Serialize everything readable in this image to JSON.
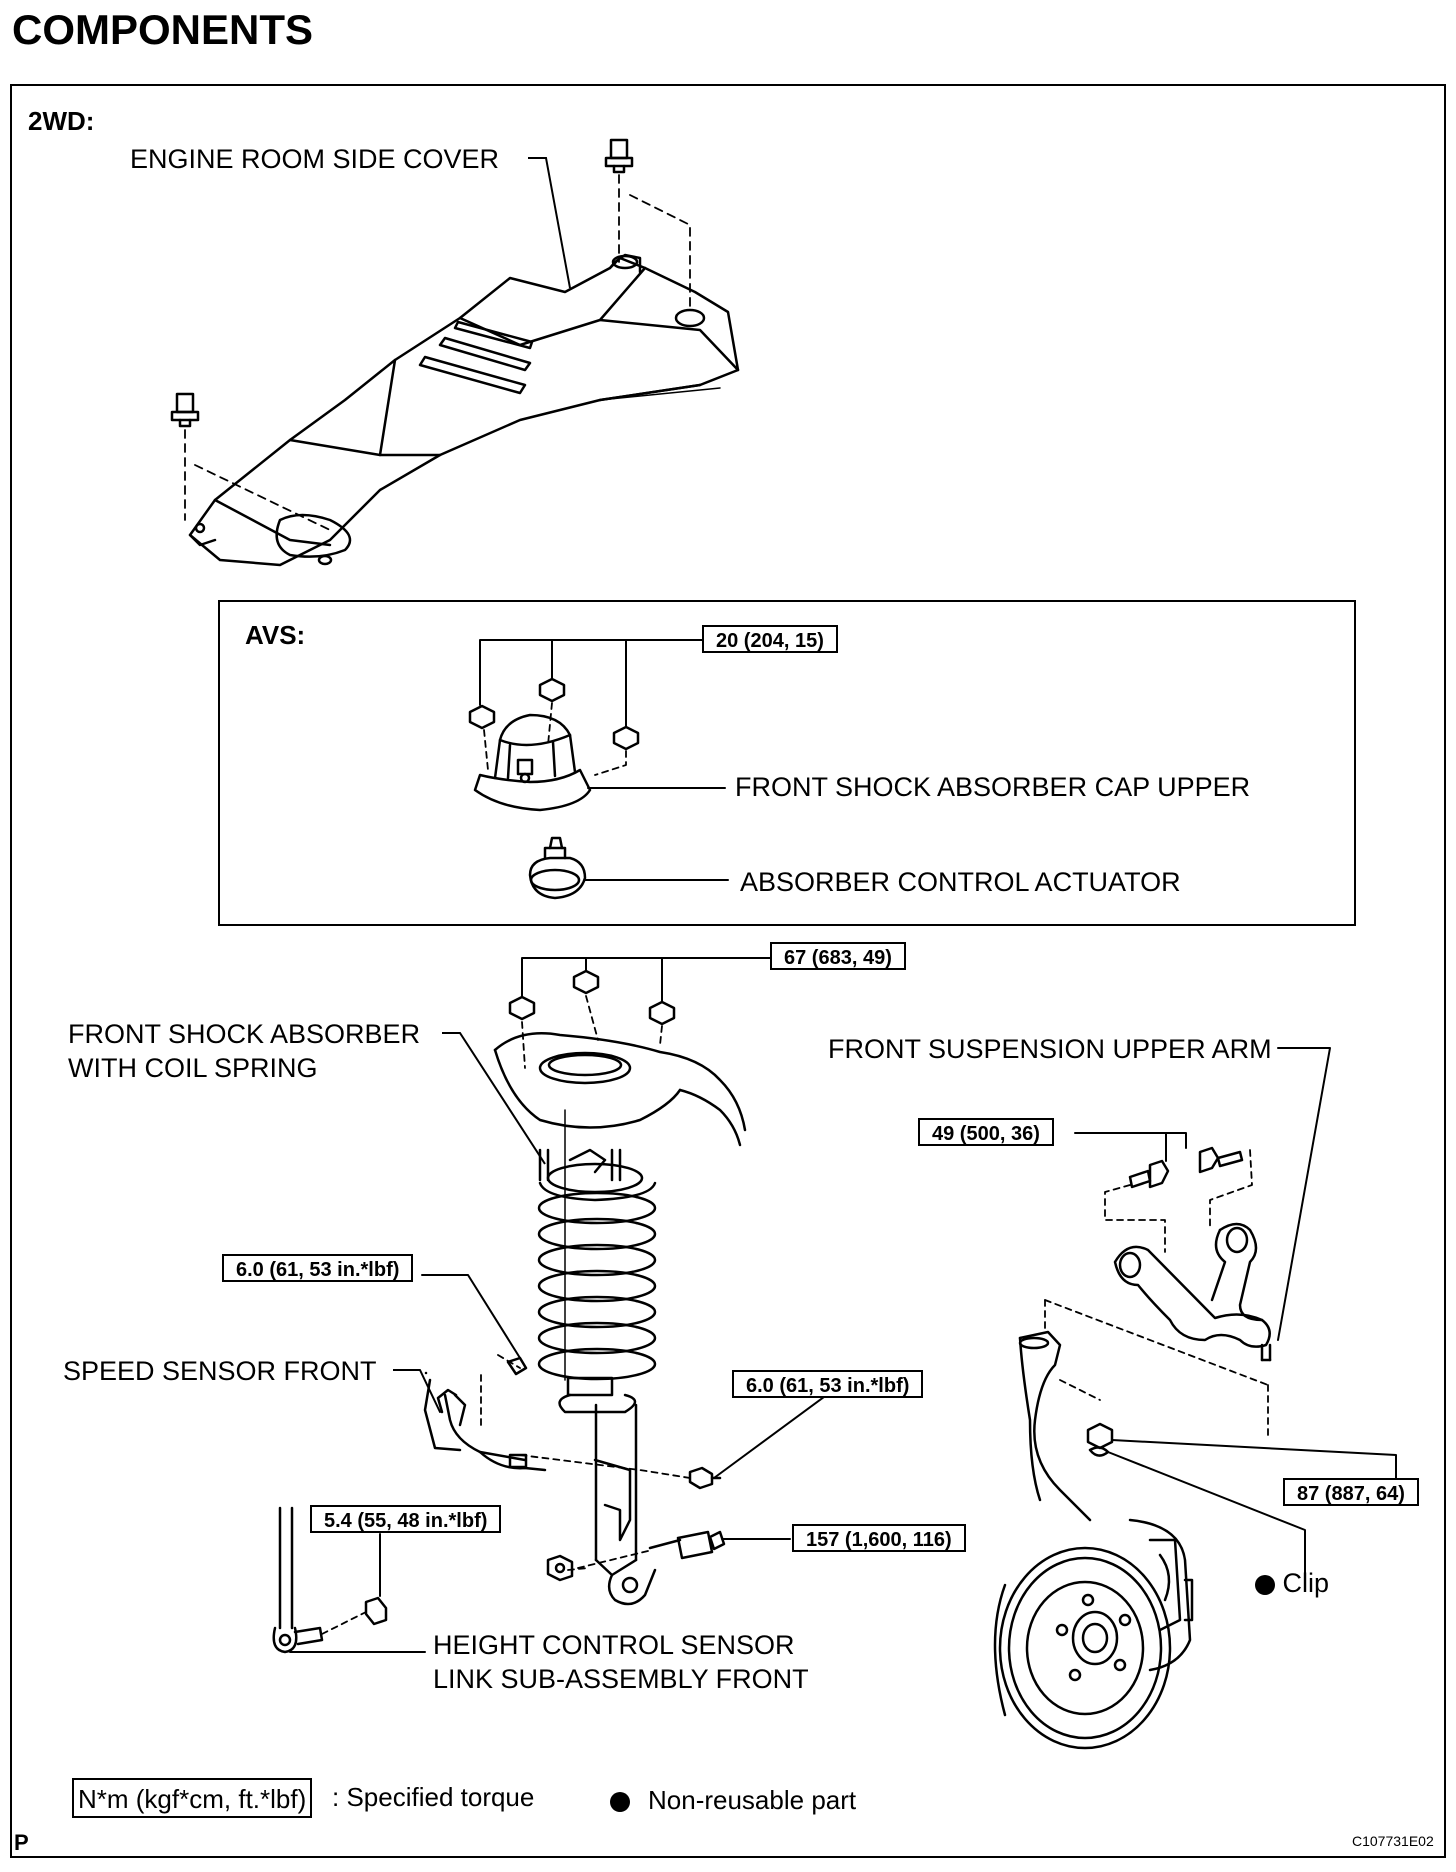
{
  "title": "COMPONENTS",
  "variant_label": "2WD:",
  "avs_label": "AVS:",
  "labels": {
    "engine_room_side_cover": "ENGINE ROOM SIDE COVER",
    "front_shock_absorber_cap_upper": "FRONT SHOCK ABSORBER CAP UPPER",
    "absorber_control_actuator": "ABSORBER CONTROL ACTUATOR",
    "front_shock_absorber_line1": "FRONT SHOCK ABSORBER",
    "front_shock_absorber_line2": "WITH COIL SPRING",
    "front_suspension_upper_arm": "FRONT SUSPENSION UPPER ARM",
    "speed_sensor_front": "SPEED SENSOR FRONT",
    "height_control_line1": "HEIGHT CONTROL SENSOR",
    "height_control_line2": "LINK SUB-ASSEMBLY FRONT",
    "clip": "Clip"
  },
  "torques": {
    "avs_cap": "20 (204, 15)",
    "upper_mount": "67 (683, 49)",
    "upper_arm": "49 (500, 36)",
    "speed_sensor_bolt": "6.0 (61, 53 in.*lbf)",
    "bracket_bolt": "6.0 (61, 53 in.*lbf)",
    "height_sensor_nut": "5.4 (55, 48 in.*lbf)",
    "lower_bolt": "157 (1,600, 116)",
    "ball_joint_nut": "87 (887, 64)"
  },
  "legend": {
    "unit": "N*m (kgf*cm, ft.*lbf)",
    "unit_desc": ": Specified torque",
    "nonreusable": "Non-reusable part"
  },
  "footer": {
    "corner_letter": "P",
    "figure_id": "C107731E02"
  }
}
